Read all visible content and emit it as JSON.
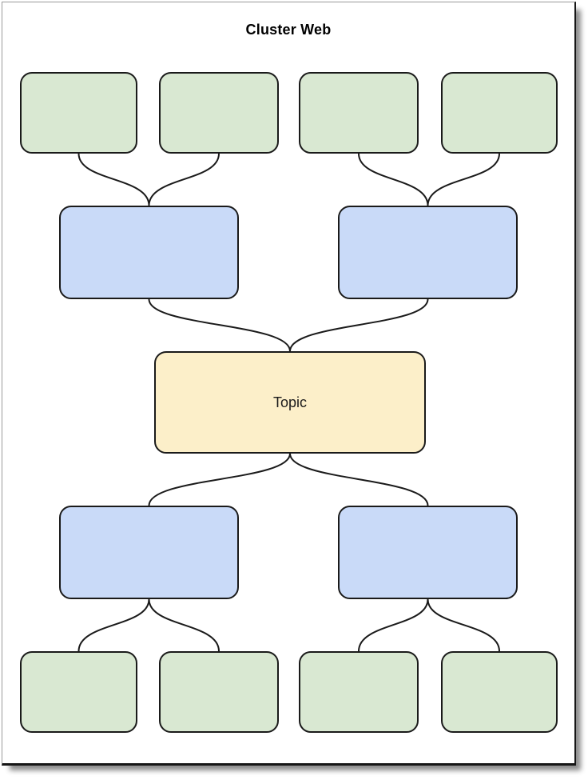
{
  "page": {
    "title": "Cluster Web",
    "colors": {
      "leaf_fill": "#d9e8d2",
      "branch_fill": "#c9daf8",
      "topic_fill": "#fcefc9",
      "shape_border": "#1a1a1a",
      "connector": "#1a1a1a",
      "page_background": "#ffffff"
    }
  },
  "diagram": {
    "type": "cluster-web",
    "topic": {
      "label": "Topic"
    },
    "branches": [
      {
        "id": "branch-upper-left",
        "label": ""
      },
      {
        "id": "branch-upper-right",
        "label": ""
      },
      {
        "id": "branch-lower-left",
        "label": ""
      },
      {
        "id": "branch-lower-right",
        "label": ""
      }
    ],
    "leaves": [
      {
        "id": "leaf-top-1",
        "label": ""
      },
      {
        "id": "leaf-top-2",
        "label": ""
      },
      {
        "id": "leaf-top-3",
        "label": ""
      },
      {
        "id": "leaf-top-4",
        "label": ""
      },
      {
        "id": "leaf-bottom-1",
        "label": ""
      },
      {
        "id": "leaf-bottom-2",
        "label": ""
      },
      {
        "id": "leaf-bottom-3",
        "label": ""
      },
      {
        "id": "leaf-bottom-4",
        "label": ""
      }
    ],
    "connections": [
      {
        "from": "leaf-top-1",
        "to": "branch-upper-left"
      },
      {
        "from": "leaf-top-2",
        "to": "branch-upper-left"
      },
      {
        "from": "leaf-top-3",
        "to": "branch-upper-right"
      },
      {
        "from": "leaf-top-4",
        "to": "branch-upper-right"
      },
      {
        "from": "branch-upper-left",
        "to": "topic"
      },
      {
        "from": "branch-upper-right",
        "to": "topic"
      },
      {
        "from": "topic",
        "to": "branch-lower-left"
      },
      {
        "from": "topic",
        "to": "branch-lower-right"
      },
      {
        "from": "branch-lower-left",
        "to": "leaf-bottom-1"
      },
      {
        "from": "branch-lower-left",
        "to": "leaf-bottom-2"
      },
      {
        "from": "branch-lower-right",
        "to": "leaf-bottom-3"
      },
      {
        "from": "branch-lower-right",
        "to": "leaf-bottom-4"
      }
    ]
  }
}
